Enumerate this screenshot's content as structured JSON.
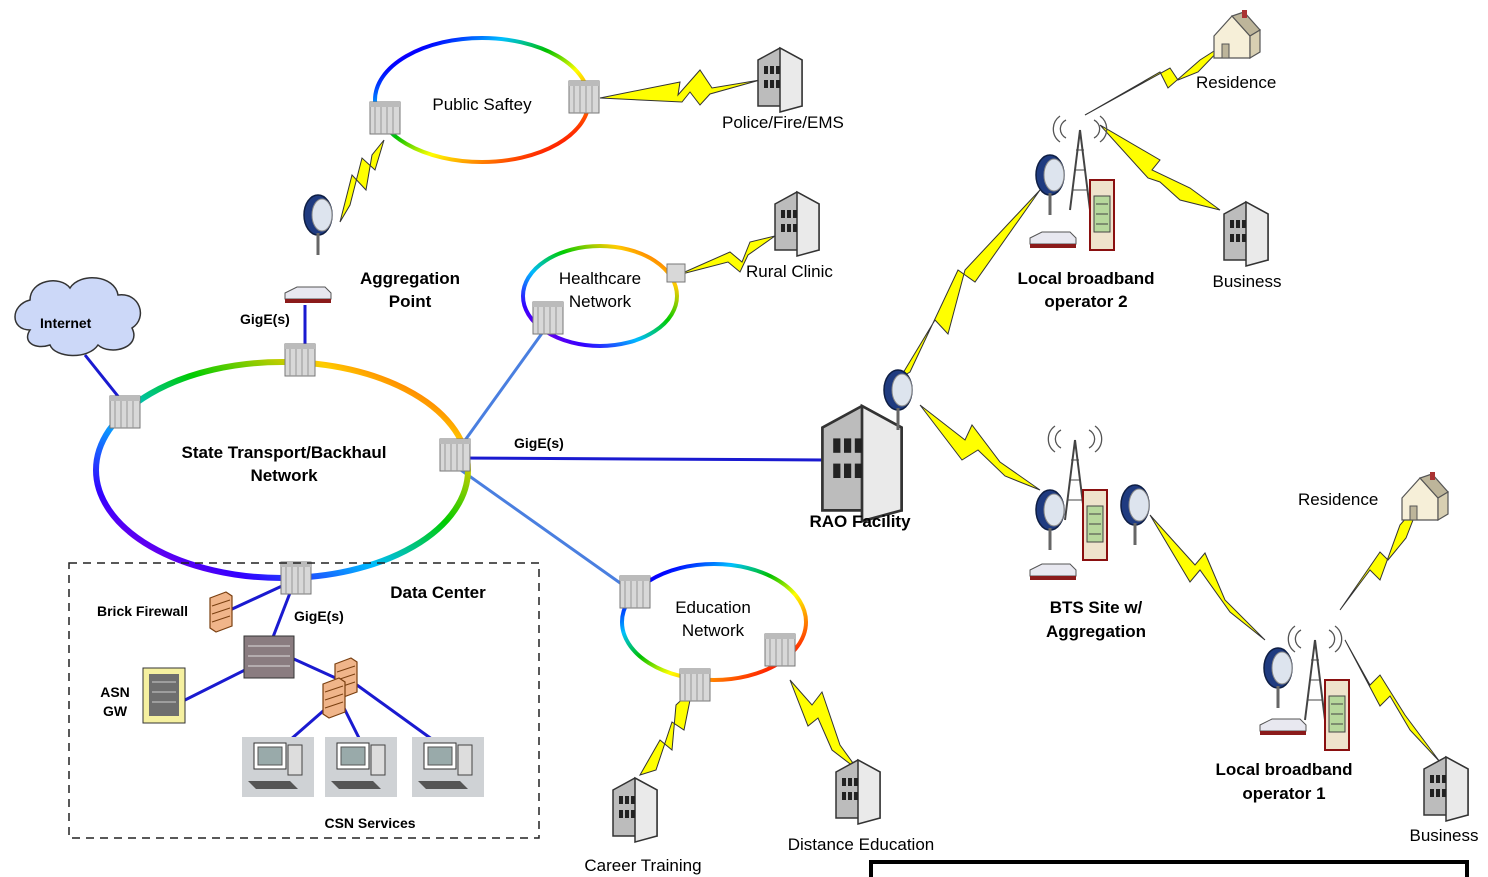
{
  "labels": {
    "public_safety": "Public Saftey",
    "police": "Police/Fire/EMS",
    "aggregation_point_1": "Aggregation",
    "aggregation_point_2": "Point",
    "gige_agg": "GigE(s)",
    "internet": "Internet",
    "healthcare_1": "Healthcare",
    "healthcare_2": "Network",
    "rural_clinic": "Rural Clinic",
    "state_1": "State Transport/Backhaul",
    "state_2": "Network",
    "gige_main": "GigE(s)",
    "rao": "RAO Facility",
    "data_center": "Data Center",
    "brick_firewall": "Brick Firewall",
    "gige_dc": "GigE(s)",
    "asn_1": "ASN",
    "asn_2": "GW",
    "csn": "CSN Services",
    "education_1": "Education",
    "education_2": "Network",
    "career": "Career Training",
    "distance": "Distance Education",
    "residence_top": "Residence",
    "business_top": "Business",
    "op2_1": "Local broadband",
    "op2_2": "operator 2",
    "bts_1": "BTS Site w/",
    "bts_2": "Aggregation",
    "residence_bottom": "Residence",
    "op1_1": "Local broadband",
    "op1_2": "operator 1",
    "business_bottom": "Business"
  },
  "colors": {
    "link_blue": "#1a1ad0",
    "link_lightblue": "#4a7fe0",
    "wireless_yellow": "#ffff00"
  },
  "icons": [
    "router-icon",
    "cloud-icon",
    "antenna-icon",
    "building-icon",
    "house-icon",
    "tower-icon",
    "firewall-icon",
    "server-icon",
    "workstation-icon",
    "switch-icon"
  ]
}
